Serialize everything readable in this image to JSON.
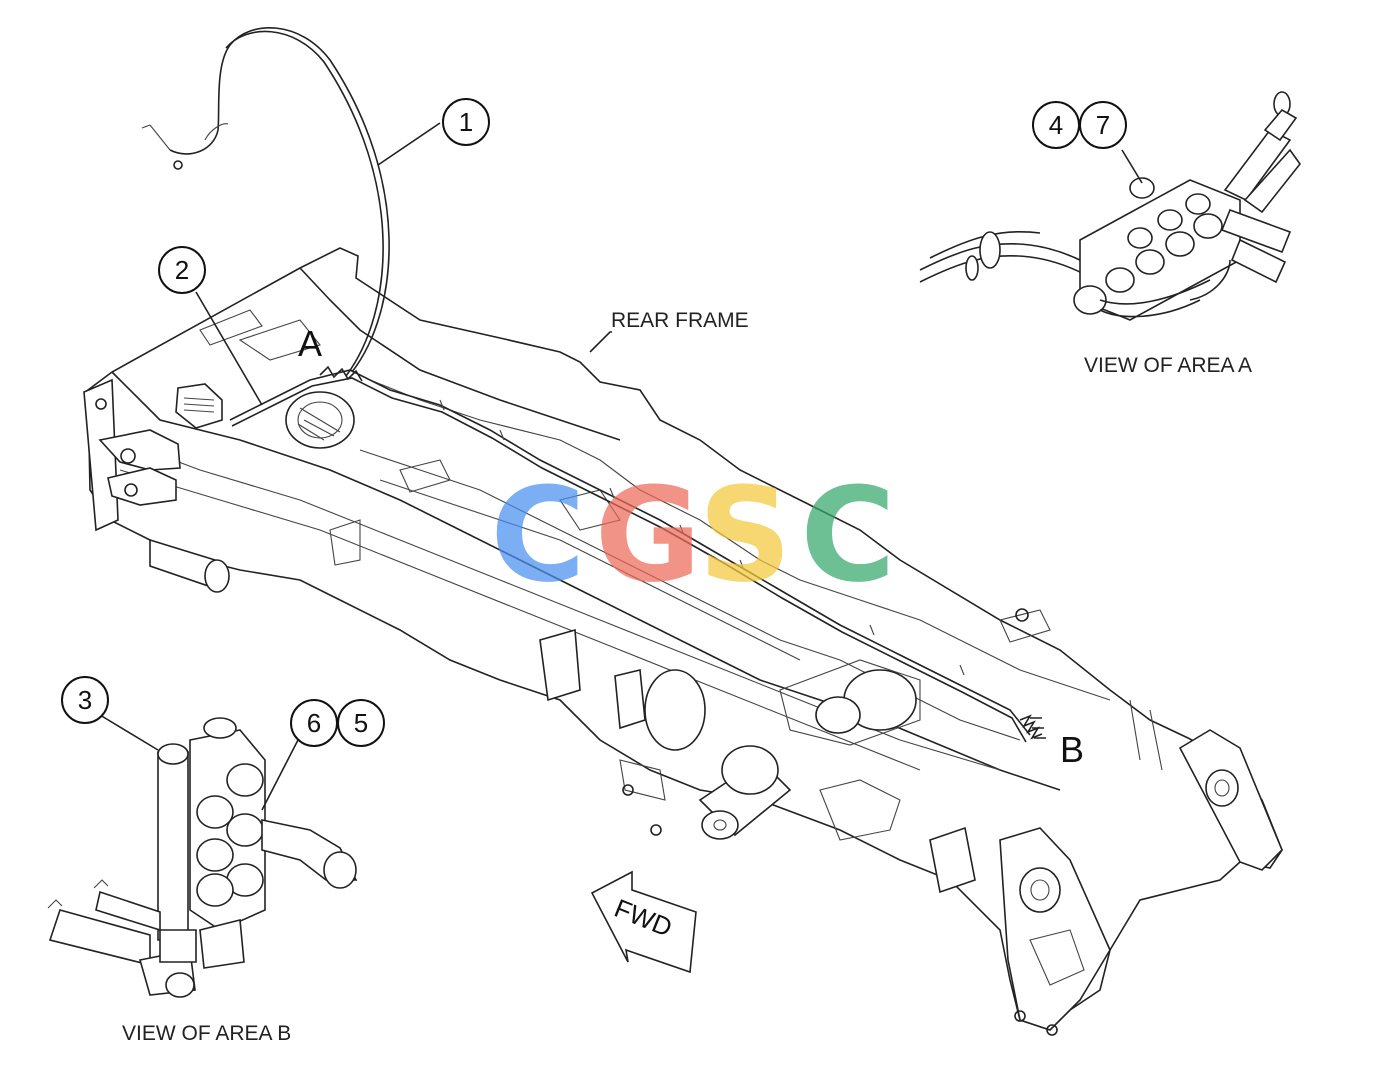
{
  "labels": {
    "rear_frame": "REAR FRAME",
    "view_area_a": "VIEW OF AREA A",
    "view_area_b": "VIEW OF AREA B",
    "fwd": "FWD",
    "area_a": "A",
    "area_b": "B"
  },
  "callouts": {
    "c1": "1",
    "c2": "2",
    "c3": "3",
    "c4": "4",
    "c5": "5",
    "c6": "6",
    "c7": "7"
  },
  "watermark": {
    "letters": [
      "C",
      "G",
      "S",
      "C"
    ],
    "colors": [
      "#4a8ff0",
      "#ee6a5a",
      "#f4c93c",
      "#35a86a"
    ]
  }
}
